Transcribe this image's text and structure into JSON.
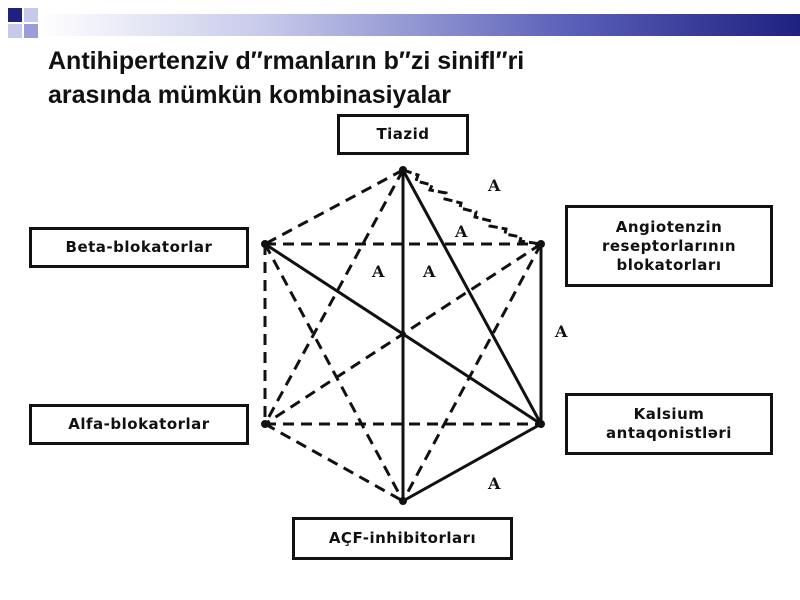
{
  "slide": {
    "title_lines": [
      "Antihipertenziv d″rmanların b″zi sinifl″ri",
      "arasında mümkün kombinasiyalar"
    ]
  },
  "nodes": {
    "tiazid": "Tiazid",
    "arb": [
      "Angiotenzin",
      "reseptorlarının",
      "blokatorları"
    ],
    "beta": "Beta-blokatorlar",
    "alfa": "Alfa-blokatorlar",
    "kalsium": [
      "Kalsium",
      "antaqonistləri"
    ],
    "acf": "AÇF-inhibitorları"
  },
  "edge_labels": [
    "A",
    "A",
    "A",
    "A",
    "A",
    "A"
  ],
  "colors": {
    "line": "#111111",
    "title_gradient_end": "#1e2180",
    "square_dark": "#1e2180",
    "square_light": "#9a9dd6"
  }
}
